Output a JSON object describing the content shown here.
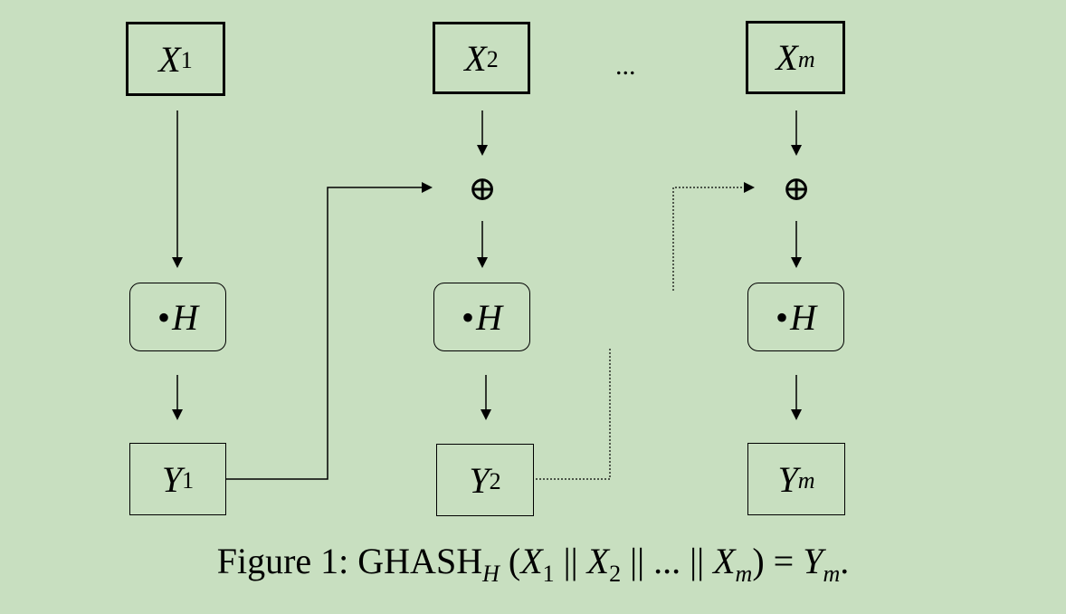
{
  "diagram": {
    "ellipsis": "...",
    "xor_symbol": "⊕",
    "columns": [
      {
        "x_var": "X",
        "x_sub": "1",
        "h_bullet": "•",
        "h_var": "H",
        "y_var": "Y",
        "y_sub": "1"
      },
      {
        "x_var": "X",
        "x_sub": "2",
        "h_bullet": "•",
        "h_var": "H",
        "y_var": "Y",
        "y_sub": "2"
      },
      {
        "x_var": "X",
        "x_sub": "m",
        "h_bullet": "•",
        "h_var": "H",
        "y_var": "Y",
        "y_sub": "m"
      }
    ]
  },
  "caption": {
    "prefix": "Figure 1:  GHASH",
    "sub_h": "H",
    "open": " (",
    "x1": "X",
    "x1_sub": "1",
    "sep1": " || ",
    "x2": "X",
    "x2_sub": "2",
    "sep2": " || ... || ",
    "xm": "X",
    "xm_sub": "m",
    "close": ") = ",
    "ym": "Y",
    "ym_sub": "m",
    "end": "."
  }
}
